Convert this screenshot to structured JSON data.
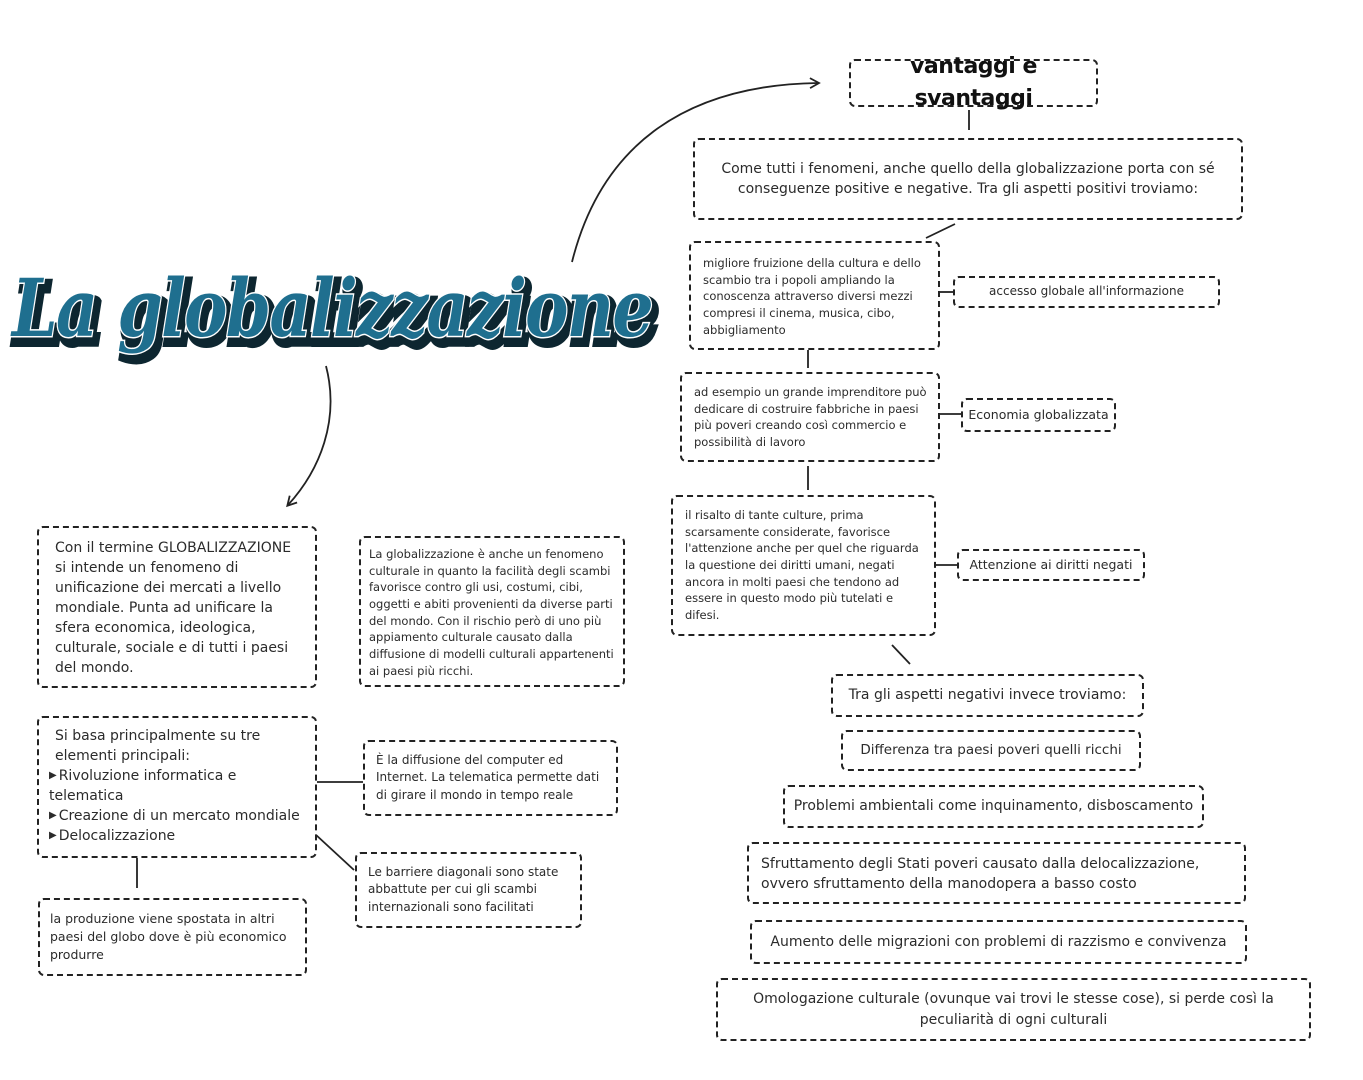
{
  "title": "La globalizzazione",
  "header": "vantaggi e svantaggi",
  "intro": "Come tutti i fenomeni, anche quello della globalizzazione porta con sé conseguenze positive e negative. Tra gli aspetti positivi troviamo:",
  "positives": [
    {
      "detail": "migliore fruizione della cultura e dello scambio tra i popoli ampliando la conoscenza attraverso diversi mezzi compresi il cinema, musica, cibo, abbigliamento",
      "label": "accesso globale all'informazione"
    },
    {
      "detail": "ad esempio un grande imprenditore può dedicare di costruire fabbriche in paesi più poveri creando così commercio  e possibilità di lavoro",
      "label": "Economia globalizzata"
    },
    {
      "detail": "il risalto di tante culture, prima scarsamente considerate, favorisce l'attenzione anche per quel che riguarda la questione dei diritti umani, negati ancora in molti paesi che tendono ad essere in questo modo più tutelati e difesi.",
      "label": "Attenzione ai  diritti negati"
    }
  ],
  "negatives_intro": "Tra gli aspetti negativi invece troviamo:",
  "negatives": [
    "Differenza tra paesi poveri quelli ricchi",
    "Problemi ambientali come inquinamento, disboscamento",
    "Sfruttamento degli Stati poveri causato dalla delocalizzazione, ovvero sfruttamento della manodopera a basso costo",
    "Aumento delle migrazioni con problemi di razzismo e convivenza",
    "Omologazione culturale (ovunque vai trovi le stesse cose), si perde così la peculiarità di ogni culturali"
  ],
  "definition": "Con il termine GLOBALIZZAZIONE si intende un fenomeno di unificazione dei mercati a livello mondiale. Punta ad unificare la sfera economica, ideologica, culturale, sociale e di tutti i paesi del mondo.",
  "cultural": "La globalizzazione è anche un fenomeno culturale in quanto la facilità degli scambi favorisce contro gli usi, costumi, cibi, oggetti e abiti provenienti da diverse parti del mondo. Con il rischio però di uno più appiamento culturale causato dalla diffusione di modelli culturali appartenenti ai paesi più ricchi.",
  "elements": {
    "intro": "Si basa principalmente su tre elementi principali:",
    "items": [
      "Rivoluzione informatica e telematica",
      "Creazione di un mercato mondiale",
      "Delocalizzazione"
    ]
  },
  "telematics": "È la diffusione del computer ed Internet. La telematica permette dati di girare il mondo in tempo reale",
  "barriers": "Le barriere diagonali sono state abbattute per cui gli scambi internazionali sono facilitati",
  "delocalization": "la produzione viene spostata in altri paesi del globo dove è più economico produrre",
  "colors": {
    "title_fill": "#1f6f8f",
    "title_outline": "#0d2630",
    "title_highlight": "#bfe3ef",
    "border": "#222222"
  }
}
